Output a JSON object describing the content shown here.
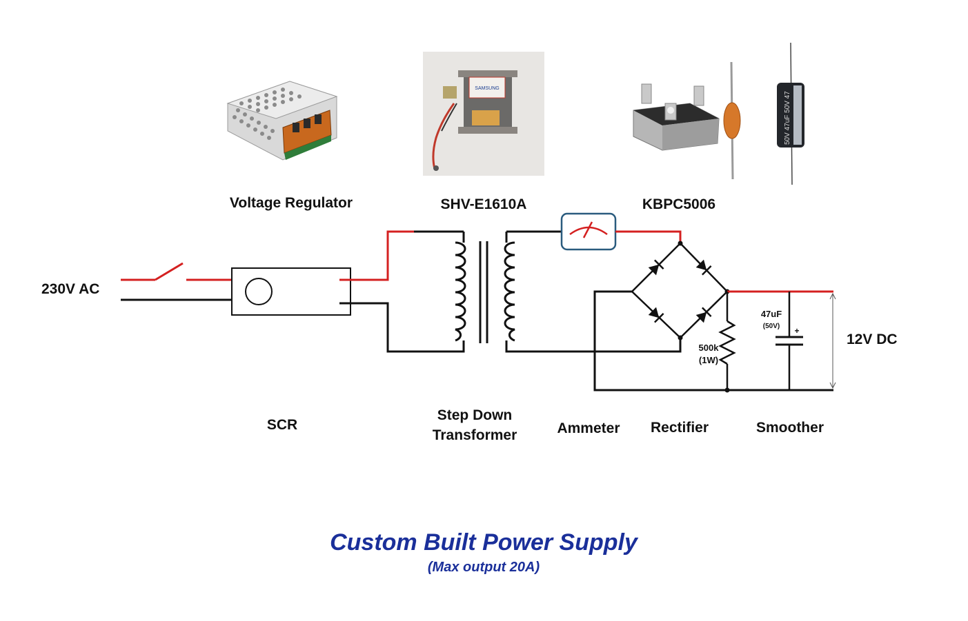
{
  "colors": {
    "wire_live": "#d42020",
    "wire": "#111111",
    "title": "#1a2f9a",
    "ammeter_border": "#2a5b7e"
  },
  "photos": {
    "regulator": "Voltage Regulator",
    "transformer": "SHV-E1610A",
    "bridge": "KBPC5006"
  },
  "transformer_plate_text": "SAMSUNG",
  "capacitor_print": "50V 47uF 50V 47",
  "labels": {
    "input": "230V AC",
    "output": "12V DC",
    "resistor_value": "500k",
    "resistor_rating": "(1W)",
    "capacitor_value": "47uF",
    "capacitor_rating": "(50V)",
    "capacitor_polarity": "+"
  },
  "stages": {
    "scr": "SCR",
    "transformer_line1": "Step Down",
    "transformer_line2": "Transformer",
    "ammeter": "Ammeter",
    "rectifier": "Rectifier",
    "smoother": "Smoother"
  },
  "title": "Custom Built Power Supply",
  "subtitle": "(Max output 20A)"
}
